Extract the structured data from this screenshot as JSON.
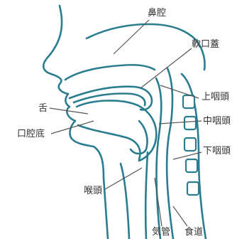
{
  "labels": {
    "nasal_cavity": "鼻腔",
    "soft_palate": "軟口蓋",
    "tongue": "舌",
    "nasopharynx": "上咽頭",
    "oropharynx": "中咽頭",
    "floor_of_mouth": "口腔底",
    "hypopharynx": "下咽頭",
    "larynx": "喉頭",
    "trachea": "気管",
    "esophagus": "食道"
  },
  "colors": {
    "outline": "#2a7d8f",
    "fill": "#ffffff",
    "label_text": "#333333",
    "leader_line": "#555555"
  }
}
